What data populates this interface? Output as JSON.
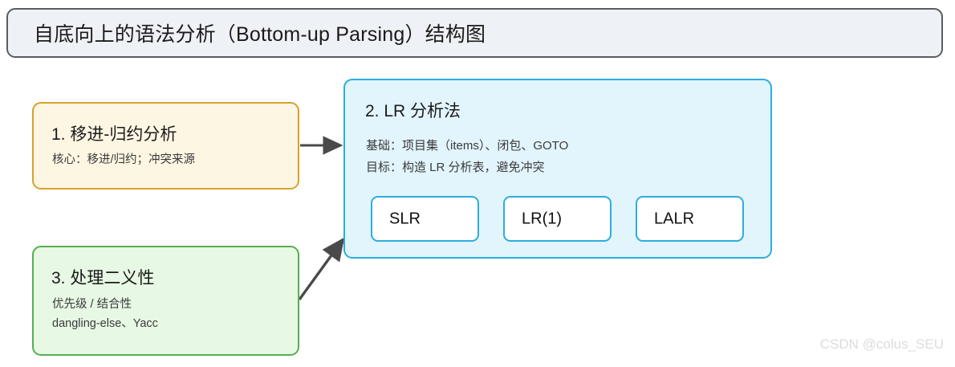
{
  "header": {
    "title": "自底向上的语法分析（Bottom-up Parsing）结构图"
  },
  "nodes": {
    "shift_reduce": {
      "title": "1. 移进-归约分析",
      "lines": [
        "核心：移进/归约；冲突来源"
      ],
      "fill": "#fdf6e3",
      "border": "#d6a22b"
    },
    "lr": {
      "title": "2. LR 分析法",
      "lines": [
        "基础：项目集（items）、闭包、GOTO",
        "目标：构造 LR 分析表，避免冲突"
      ],
      "fill": "#e2f5fd",
      "border": "#2cadde",
      "sub_boxes": [
        {
          "label": "SLR"
        },
        {
          "label": "LR(1)"
        },
        {
          "label": "LALR"
        }
      ]
    },
    "ambiguity": {
      "title": "3. 处理二义性",
      "lines": [
        "优先级 / 结合性",
        "dangling-else、Yacc"
      ],
      "fill": "#e7f8e4",
      "border": "#55b04f"
    }
  },
  "arrows": [
    {
      "name": "arrow-shift-reduce-to-lr",
      "from": "shift_reduce",
      "to": "lr",
      "color": "#4a4a4a"
    },
    {
      "name": "arrow-ambiguity-to-lr",
      "from": "ambiguity",
      "to": "lr",
      "color": "#4a4a4a"
    }
  ],
  "watermark": {
    "text": "CSDN @colus_SEU",
    "color": "#dcdcdc"
  }
}
